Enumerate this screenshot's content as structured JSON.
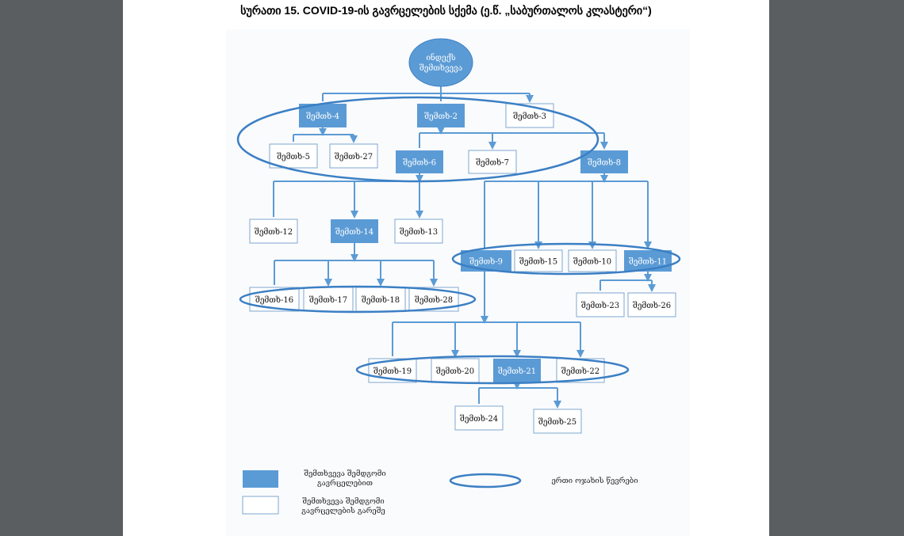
{
  "title": "სურათი 15. COVID-19-ის გავრცელების სქემა (ე.წ. „საბურთალოს კლასტერი“)",
  "index_case": {
    "line1": "ინდექს",
    "line2": "შემთხვევა"
  },
  "nodes": [
    {
      "id": "n4",
      "label": "შემთხ-4"
    },
    {
      "id": "n2",
      "label": "შემთხ-2"
    },
    {
      "id": "n3",
      "label": "შემთხ-3"
    },
    {
      "id": "n5",
      "label": "შემთხ-5"
    },
    {
      "id": "n27",
      "label": "შემთხ-27"
    },
    {
      "id": "n6",
      "label": "შემთხ-6"
    },
    {
      "id": "n7",
      "label": "შემთხ-7"
    },
    {
      "id": "n8",
      "label": "შემთხ-8"
    },
    {
      "id": "n12",
      "label": "შემთხ-12"
    },
    {
      "id": "n14",
      "label": "შემთხ-14"
    },
    {
      "id": "n13",
      "label": "შემთხ-13"
    },
    {
      "id": "n9",
      "label": "შემთხ-9"
    },
    {
      "id": "n15",
      "label": "შემთხ-15"
    },
    {
      "id": "n10",
      "label": "შემთხ-10"
    },
    {
      "id": "n11",
      "label": "შემთხ-11"
    },
    {
      "id": "n16",
      "label": "შემთხ-16"
    },
    {
      "id": "n17",
      "label": "შემთხ-17"
    },
    {
      "id": "n18",
      "label": "შემთხ-18"
    },
    {
      "id": "n28",
      "label": "შემთხ-28"
    },
    {
      "id": "n23",
      "label": "შემთხ-23"
    },
    {
      "id": "n26",
      "label": "შემთხ-26"
    },
    {
      "id": "n19",
      "label": "შემთხ-19"
    },
    {
      "id": "n20",
      "label": "შემთხ-20"
    },
    {
      "id": "n21",
      "label": "შემთხ-21"
    },
    {
      "id": "n22",
      "label": "შემთხ-22"
    },
    {
      "id": "n24",
      "label": "შემთხ-24"
    },
    {
      "id": "n25",
      "label": "შემთხ-25"
    }
  ],
  "legend": {
    "spread_line1": "შემთხვევა შემდგომი",
    "spread_line2": "გავრცელებით",
    "no_spread_line1": "შემთხვევა შემდგომი",
    "no_spread_line2": "გავრცელების გარეშე",
    "family": "ერთი ოჯახის წევრები"
  },
  "colors": {
    "spread_fill": "#5b9bd5",
    "no_spread_fill": "#ffffff",
    "edge": "#5b9bd5",
    "family_oval": "#3b7fc4"
  }
}
